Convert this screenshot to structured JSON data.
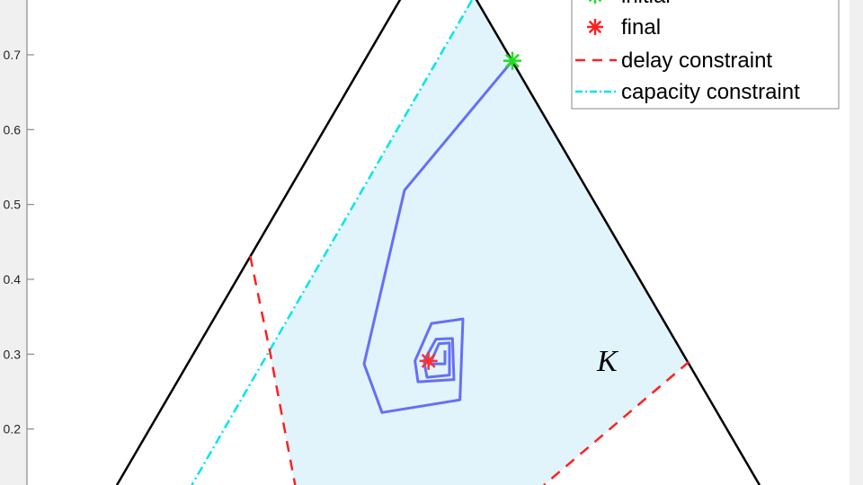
{
  "chart_data": {
    "type": "line",
    "title": "",
    "xlabel": "",
    "ylabel": "",
    "ylim": [
      0.125,
      0.773
    ],
    "y_ticks": [
      "0.7",
      "0.6",
      "0.5",
      "0.4",
      "0.3",
      "0.2"
    ],
    "y_tick_values": [
      0.7,
      0.6,
      0.5,
      0.4,
      0.3,
      0.2
    ],
    "grid": false,
    "legend_placement": "top-right",
    "region_label": "K",
    "region_color": "#e1f3fb",
    "region_polygon": [
      [
        0.594,
        0.773
      ],
      [
        0.6,
        0.773
      ],
      [
        0.882,
        0.288
      ],
      [
        0.69,
        0.125
      ],
      [
        0.358,
        0.125
      ],
      [
        0.324,
        0.305
      ]
    ],
    "triangle": {
      "apex": [
        0.549,
        0.861
      ],
      "left_base": [
        0.12,
        0.125
      ],
      "right_base": [
        0.978,
        0.125
      ],
      "color": "#000000"
    },
    "series": [
      {
        "name": "capacity constraint",
        "style": "dash-dot",
        "color": "#00e5ee",
        "points": [
          [
            0.594,
            0.773
          ],
          [
            0.22,
            0.125
          ]
        ]
      },
      {
        "name": "delay constraint",
        "style": "dashed",
        "color": "#ff2020",
        "points": [
          [
            0.298,
            0.431
          ],
          [
            0.324,
            0.305
          ],
          [
            0.358,
            0.125
          ]
        ]
      },
      {
        "name": "delay constraint",
        "style": "dashed",
        "color": "#ff2020",
        "points": [
          [
            0.884,
            0.29
          ],
          [
            0.69,
            0.125
          ]
        ]
      },
      {
        "style": "solid",
        "color": "#6470f5",
        "points": [
          [
            0.648,
            0.692
          ],
          [
            0.504,
            0.519
          ],
          [
            0.45,
            0.287
          ],
          [
            0.474,
            0.222
          ],
          [
            0.578,
            0.239
          ],
          [
            0.582,
            0.347
          ],
          [
            0.54,
            0.341
          ],
          [
            0.518,
            0.291
          ],
          [
            0.522,
            0.263
          ],
          [
            0.57,
            0.266
          ],
          [
            0.568,
            0.321
          ],
          [
            0.546,
            0.32
          ],
          [
            0.53,
            0.291
          ],
          [
            0.534,
            0.269
          ],
          [
            0.564,
            0.272
          ],
          [
            0.564,
            0.315
          ],
          [
            0.55,
            0.314
          ],
          [
            0.538,
            0.287
          ],
          [
            0.558,
            0.287
          ],
          [
            0.558,
            0.305
          ]
        ]
      }
    ],
    "markers": [
      {
        "name": "initial",
        "point": [
          0.648,
          0.692
        ],
        "color": "#22dd22"
      },
      {
        "name": "final",
        "point": [
          0.536,
          0.291
        ],
        "color": "#ff3030"
      }
    ],
    "legend": [
      {
        "label": "initial",
        "color": "#22dd22",
        "kind": "star"
      },
      {
        "label": "final",
        "color": "#ff2020",
        "kind": "star"
      },
      {
        "label": "delay constraint",
        "color": "#ff2020",
        "kind": "dashed"
      },
      {
        "label": "capacity constraint",
        "color": "#00e5ee",
        "kind": "dashdot"
      }
    ]
  }
}
